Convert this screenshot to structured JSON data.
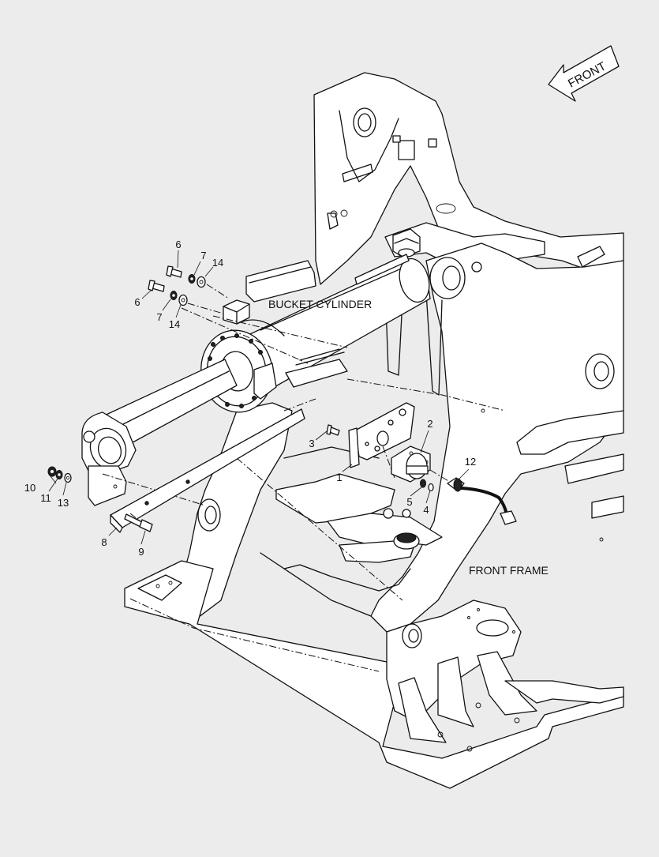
{
  "direction_arrow": {
    "label": "FRONT"
  },
  "labels": {
    "bucket_cylinder": "BUCKET CYLINDER",
    "front_frame": "FRONT FRAME"
  },
  "callouts": {
    "c1": "1",
    "c2": "2",
    "c3": "3",
    "c4": "4",
    "c5": "5",
    "c6a": "6",
    "c6b": "6",
    "c7a": "7",
    "c7b": "7",
    "c8": "8",
    "c9": "9",
    "c10": "10",
    "c11": "11",
    "c12": "12",
    "c13": "13",
    "c14a": "14",
    "c14b": "14"
  }
}
